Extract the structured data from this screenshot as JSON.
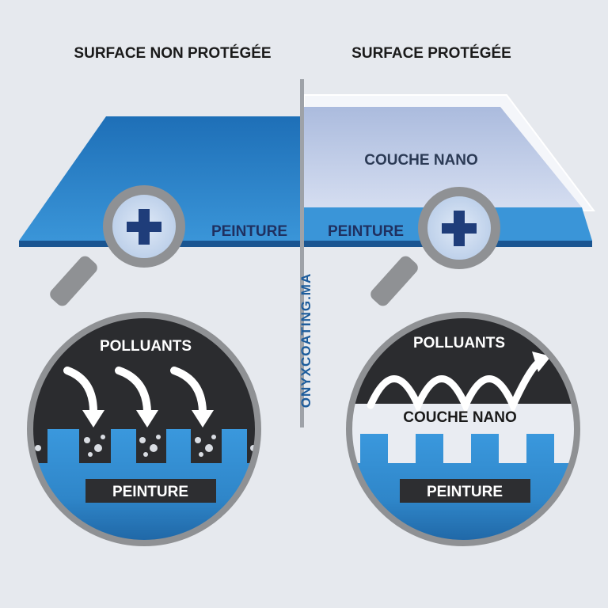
{
  "headings": {
    "left": "SURFACE NON PROTÉGÉE",
    "right": "SURFACE PROTÉGÉE"
  },
  "labels": {
    "coating_top": "COUCHE NANO",
    "paint_left": "PEINTURE",
    "paint_right": "PEINTURE",
    "watermark": "ONYXCOATING.MA",
    "pollutants_left": "POLLUANTS",
    "pollutants_right": "POLLUANTS",
    "coating_zoom": "COUCHE NANO",
    "paint_zoom_left": "PEINTURE",
    "paint_zoom_right": "PEINTURE"
  },
  "icons": {
    "magnifier_left": "plus-magnifier-icon",
    "magnifier_right": "plus-magnifier-icon"
  },
  "colors": {
    "background": "#e6e9ee",
    "paint_blue": "#2f86c9",
    "paint_dark": "#1b5e9c",
    "coating_lavender": "#b8c6e3",
    "pollutant_black": "#2b2c2f",
    "plus_navy": "#1f3d7a",
    "magnifier_gray": "#8f9194",
    "label_box": "#2d2e31"
  }
}
